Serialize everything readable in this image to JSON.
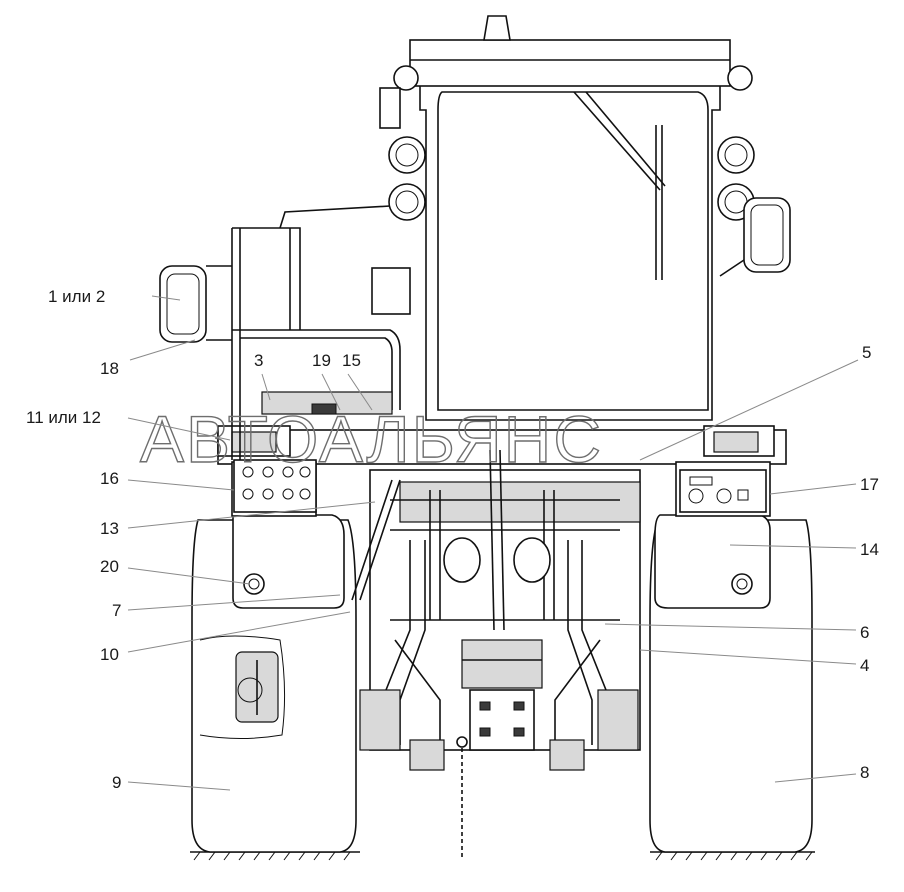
{
  "watermark": "АВТОАЛЬЯНС",
  "labels": [
    "1 или 2",
    "18",
    "3",
    "19",
    "15",
    "11 или 12",
    "16",
    "13",
    "20",
    "7",
    "10",
    "9",
    "5",
    "17",
    "14",
    "6",
    "4",
    "8"
  ]
}
